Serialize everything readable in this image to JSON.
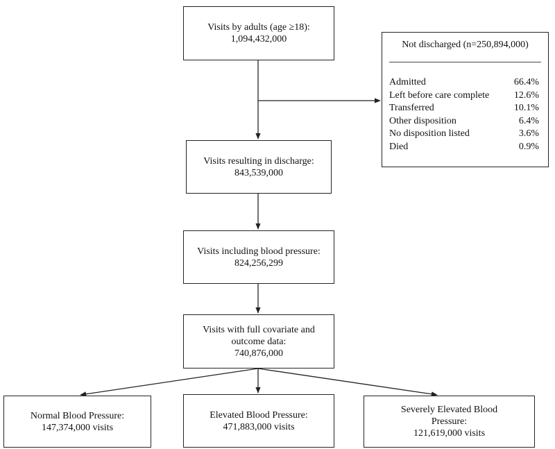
{
  "nodes": {
    "adults": {
      "lines": [
        "Visits by adults (age ≥18):",
        "1,094,432,000"
      ]
    },
    "discharge": {
      "lines": [
        "Visits resulting in discharge:",
        "843,539,000"
      ]
    },
    "bp": {
      "lines": [
        "Visits including blood pressure:",
        "824,256,299"
      ]
    },
    "covariate": {
      "lines": [
        "Visits with full covariate and",
        "outcome data:",
        "740,876,000"
      ]
    },
    "normal": {
      "lines": [
        "Normal Blood Pressure:",
        "147,374,000 visits"
      ]
    },
    "elevated": {
      "lines": [
        "Elevated Blood Pressure:",
        "471,883,000 visits"
      ]
    },
    "severe": {
      "lines": [
        "Severely Elevated Blood",
        "Pressure:",
        "121,619,000 visits"
      ]
    }
  },
  "not_discharged": {
    "title": "Not discharged (n=250,894,000)",
    "items": [
      {
        "label": "Admitted",
        "value": "66.4%"
      },
      {
        "label": "Left before care complete",
        "value": "12.6%"
      },
      {
        "label": "Transferred",
        "value": "10.1%"
      },
      {
        "label": "Other disposition",
        "value": "6.4%"
      },
      {
        "label": "No disposition listed",
        "value": "3.6%"
      },
      {
        "label": "Died",
        "value": "0.9%"
      }
    ]
  }
}
